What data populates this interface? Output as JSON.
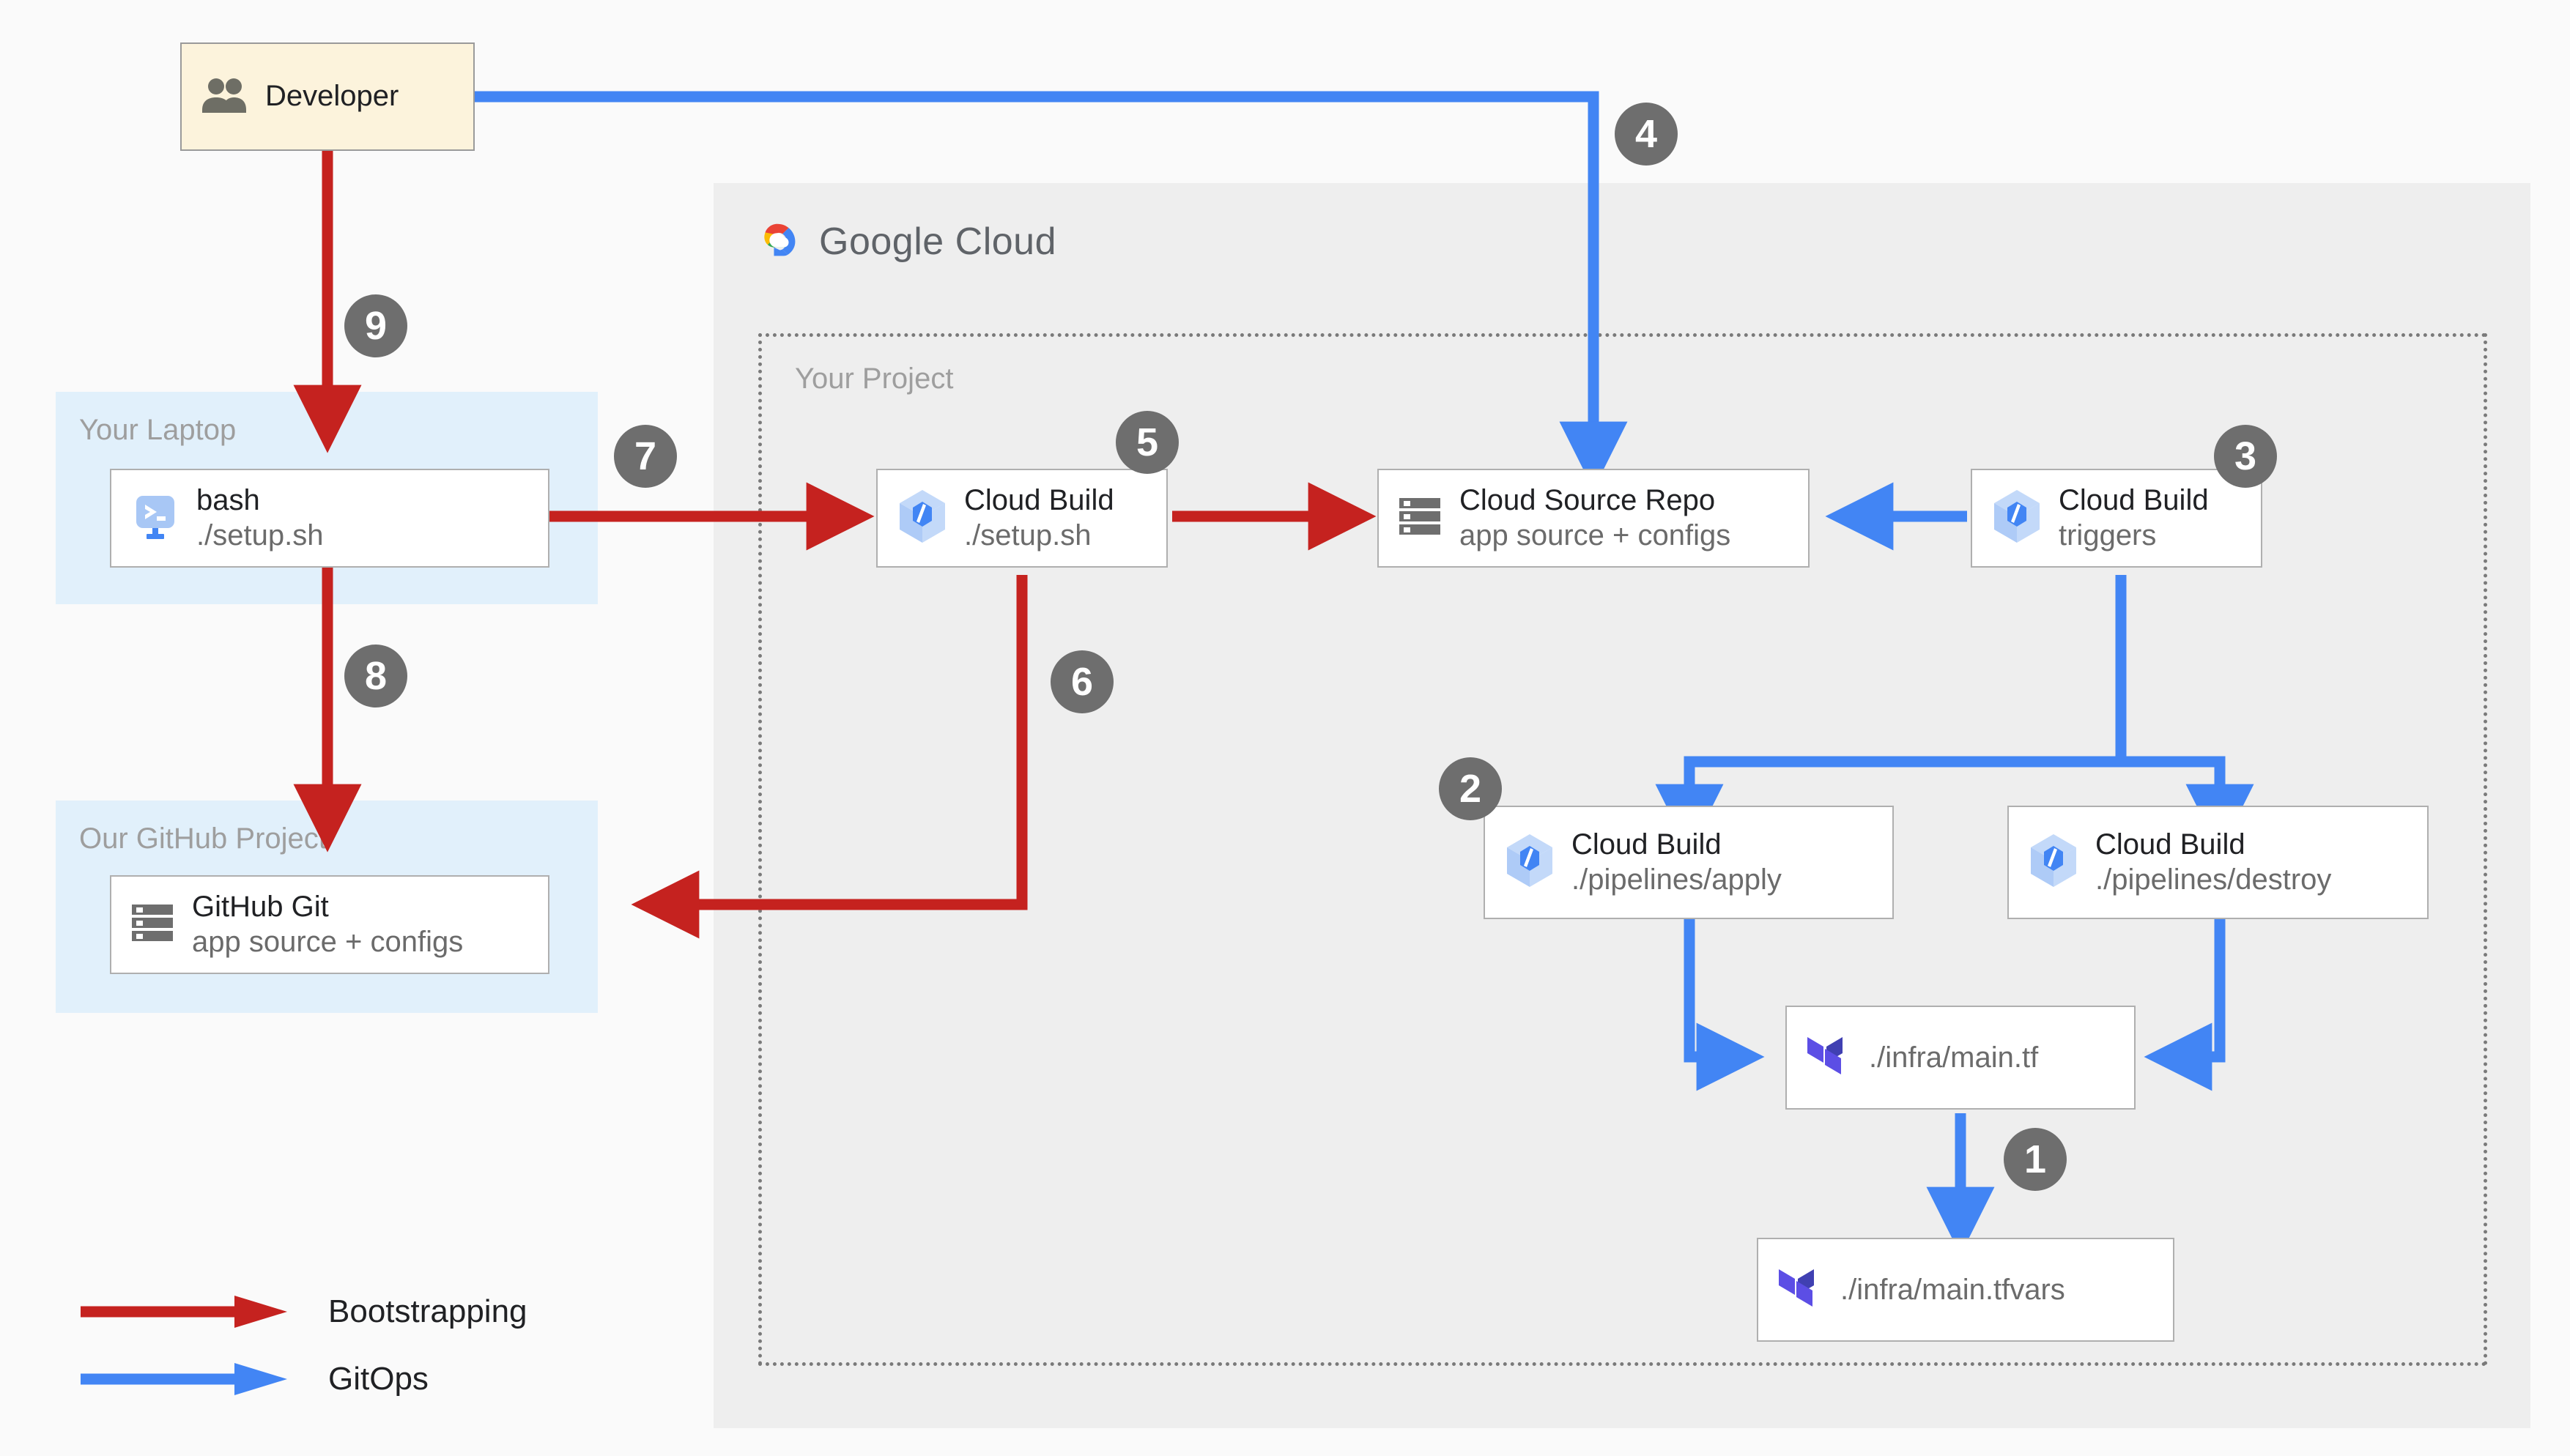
{
  "page": {
    "background": "#FAFAFA",
    "cloud_panel_background": "#EEEEEE",
    "group_panel_background": "#E1F0FB"
  },
  "cloud": {
    "logo_icon": "google-cloud-logo-icon",
    "wordmark_google": "Google",
    "wordmark_cloud": "Cloud",
    "project_label": "Your Project"
  },
  "groups": [
    {
      "id": "laptop",
      "label": "Your Laptop"
    },
    {
      "id": "github",
      "label": "Our GitHub Project"
    }
  ],
  "nodes": {
    "developer": {
      "title": "Developer",
      "sub": "",
      "icon": "people-icon"
    },
    "bash": {
      "title": "bash",
      "sub": "./setup.sh",
      "icon": "terminal-icon"
    },
    "github_git": {
      "title": "GitHub Git",
      "sub": "app source + configs",
      "icon": "repo-icon"
    },
    "cb_setup": {
      "title": "Cloud Build",
      "sub": "./setup.sh",
      "icon": "cloud-build-icon"
    },
    "source_repo": {
      "title": "Cloud Source Repo",
      "sub": "app source + configs",
      "icon": "repo-icon"
    },
    "cb_triggers": {
      "title": "Cloud Build",
      "sub": "triggers",
      "icon": "cloud-build-icon"
    },
    "cb_apply": {
      "title": "Cloud Build",
      "sub": "./pipelines/apply",
      "icon": "cloud-build-icon"
    },
    "cb_destroy": {
      "title": "Cloud Build",
      "sub": "./pipelines/destroy",
      "icon": "cloud-build-icon"
    },
    "main_tf": {
      "title": "./infra/main.tf",
      "sub": "",
      "icon": "terraform-icon"
    },
    "main_tfvars": {
      "title": "./infra/main.tfvars",
      "sub": "",
      "icon": "terraform-icon"
    }
  },
  "steps": [
    {
      "n": "1"
    },
    {
      "n": "2"
    },
    {
      "n": "3"
    },
    {
      "n": "4"
    },
    {
      "n": "5"
    },
    {
      "n": "6"
    },
    {
      "n": "7"
    },
    {
      "n": "8"
    },
    {
      "n": "9"
    }
  ],
  "legend": {
    "items": [
      {
        "label": "Bootstrapping",
        "color": "#C5221F"
      },
      {
        "label": "GitOps",
        "color": "#4285F4"
      }
    ]
  },
  "colors": {
    "bootstrapping": "#C5221F",
    "gitops": "#4285F4",
    "badge": "#6E6E6E",
    "node_border": "#AFAFAF",
    "terraform_light": "#5C4EE5",
    "terraform_dark": "#4040B2"
  }
}
